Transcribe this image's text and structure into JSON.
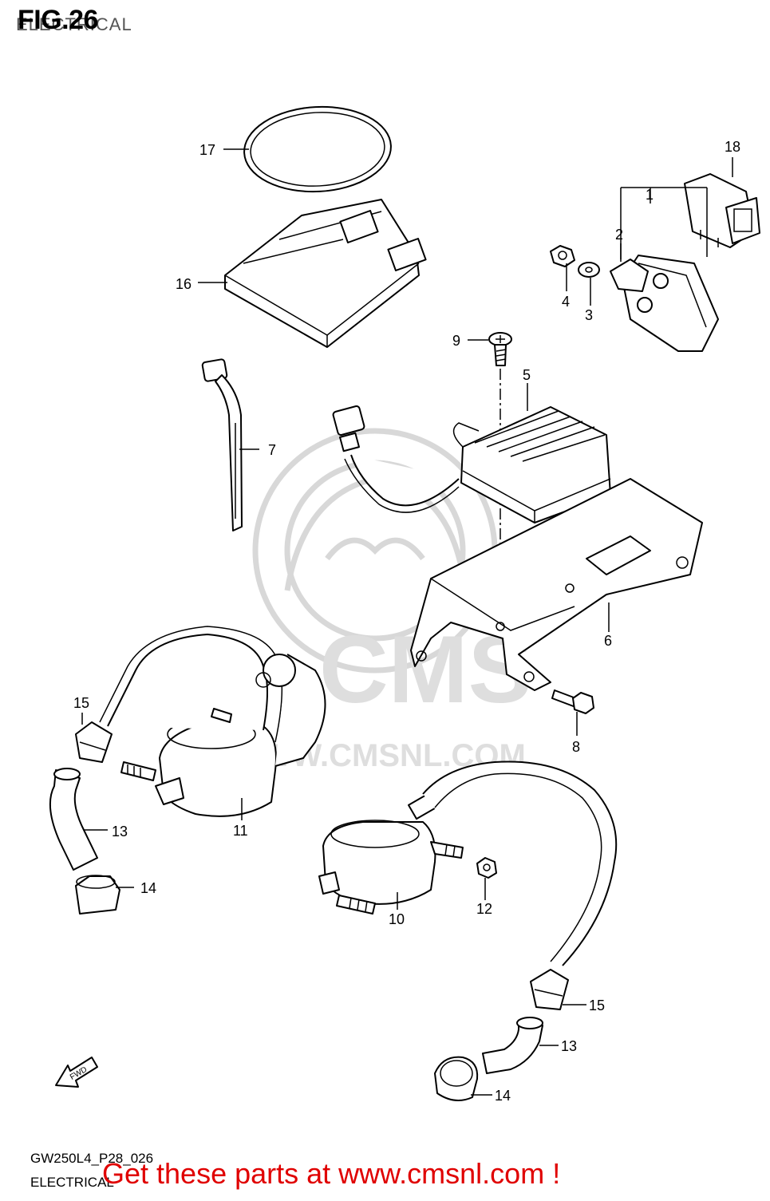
{
  "figure": {
    "title": "FIG.26",
    "subtitle": "ELECTRICAL",
    "code": "GW250L4_P28_026",
    "name": "ELECTRICAL",
    "fwd_label": "FWD"
  },
  "watermark": {
    "brand": "CMS",
    "url": "WWW.CMSNL.COM"
  },
  "callouts": {
    "c1": "1",
    "c2": "2",
    "c3": "3",
    "c4": "4",
    "c5": "5",
    "c6": "6",
    "c7": "7",
    "c8": "8",
    "c9": "9",
    "c10": "10",
    "c11": "11",
    "c12": "12",
    "c13a": "13",
    "c13b": "13",
    "c14a": "14",
    "c14b": "14",
    "c15a": "15",
    "c15b": "15",
    "c16": "16",
    "c17": "17",
    "c18": "18"
  },
  "banner": {
    "text": "Get these parts at www.cmsnl.com !",
    "color": "#e00000"
  }
}
